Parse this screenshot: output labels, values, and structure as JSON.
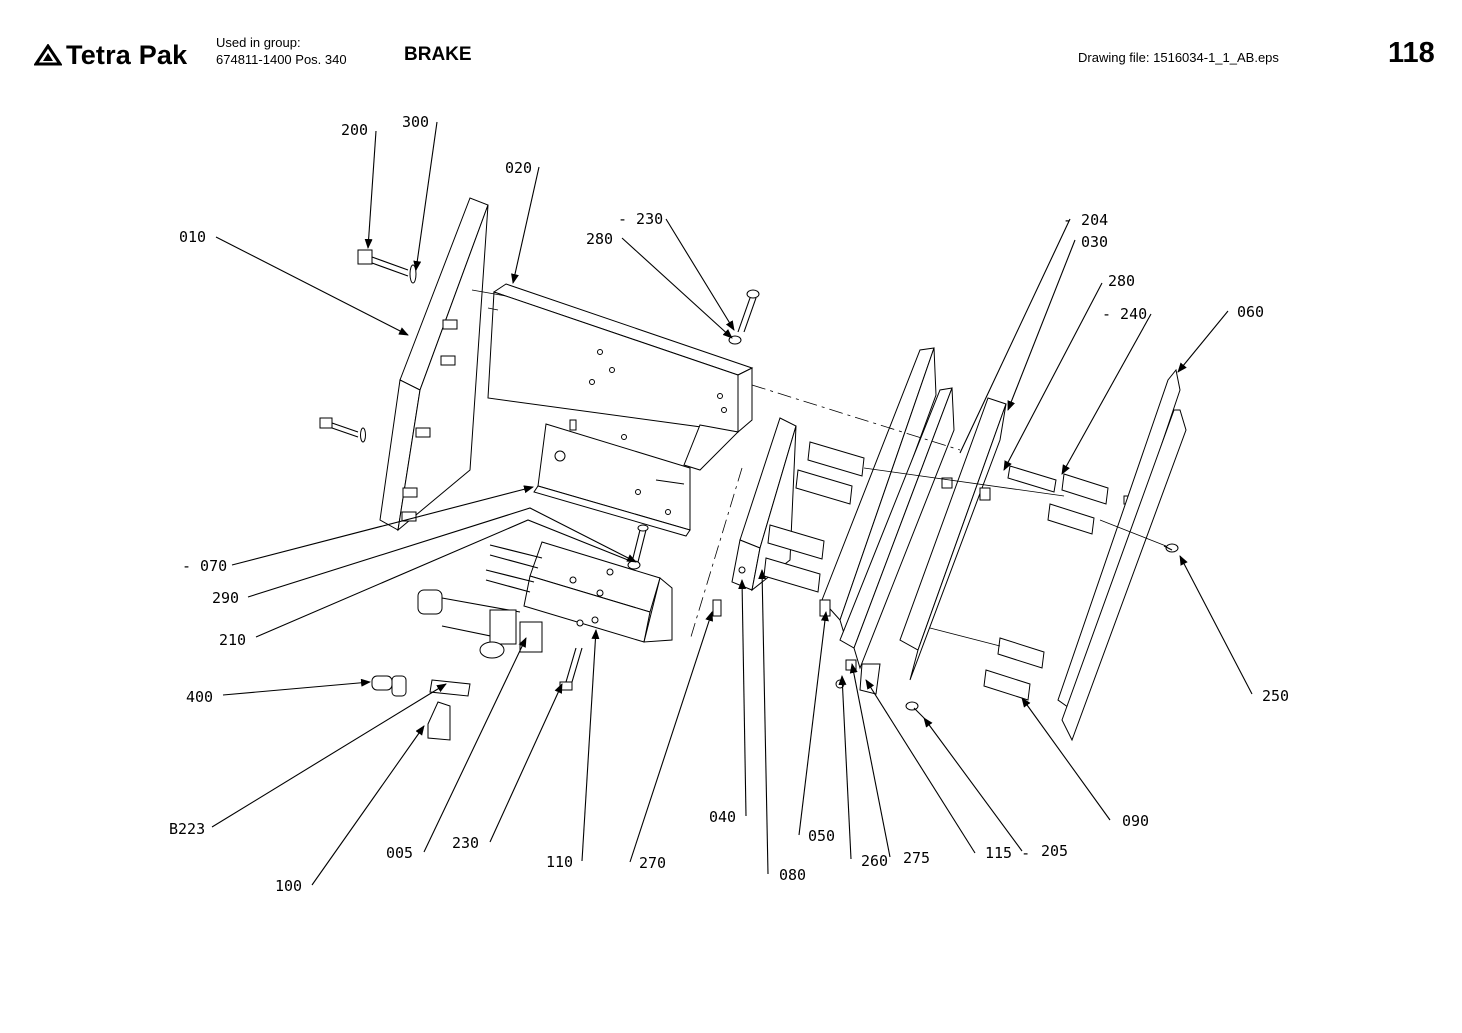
{
  "header": {
    "brand": "Tetra Pak",
    "used_in_group_label": "Used in group:",
    "used_in_group_value": "674811-1400 Pos. 340",
    "title": "BRAKE",
    "drawing_file": "Drawing file:  1516034-1_1_AB.eps",
    "page_number": "118"
  },
  "diagram": {
    "callouts": [
      {
        "id": "200",
        "text": "200"
      },
      {
        "id": "300",
        "text": "300"
      },
      {
        "id": "020",
        "text": "020"
      },
      {
        "id": "010",
        "text": "010"
      },
      {
        "id": "230a",
        "text": "- 230"
      },
      {
        "id": "280a",
        "text": "280"
      },
      {
        "id": "204",
        "text": "- 204"
      },
      {
        "id": "030",
        "text": "030"
      },
      {
        "id": "280b",
        "text": "280"
      },
      {
        "id": "240",
        "text": "- 240"
      },
      {
        "id": "060",
        "text": "060"
      },
      {
        "id": "070",
        "text": "- 070"
      },
      {
        "id": "290",
        "text": "290"
      },
      {
        "id": "210",
        "text": "210"
      },
      {
        "id": "400",
        "text": "400"
      },
      {
        "id": "250",
        "text": "250"
      },
      {
        "id": "B223",
        "text": "B223"
      },
      {
        "id": "100",
        "text": "100"
      },
      {
        "id": "005",
        "text": "005"
      },
      {
        "id": "230b",
        "text": "230"
      },
      {
        "id": "110",
        "text": "110"
      },
      {
        "id": "270",
        "text": "270"
      },
      {
        "id": "040",
        "text": "040"
      },
      {
        "id": "080",
        "text": "080"
      },
      {
        "id": "050",
        "text": "050"
      },
      {
        "id": "260",
        "text": "260"
      },
      {
        "id": "275",
        "text": "275"
      },
      {
        "id": "115",
        "text": "115 -"
      },
      {
        "id": "205",
        "text": "205"
      },
      {
        "id": "090",
        "text": "090"
      }
    ]
  }
}
